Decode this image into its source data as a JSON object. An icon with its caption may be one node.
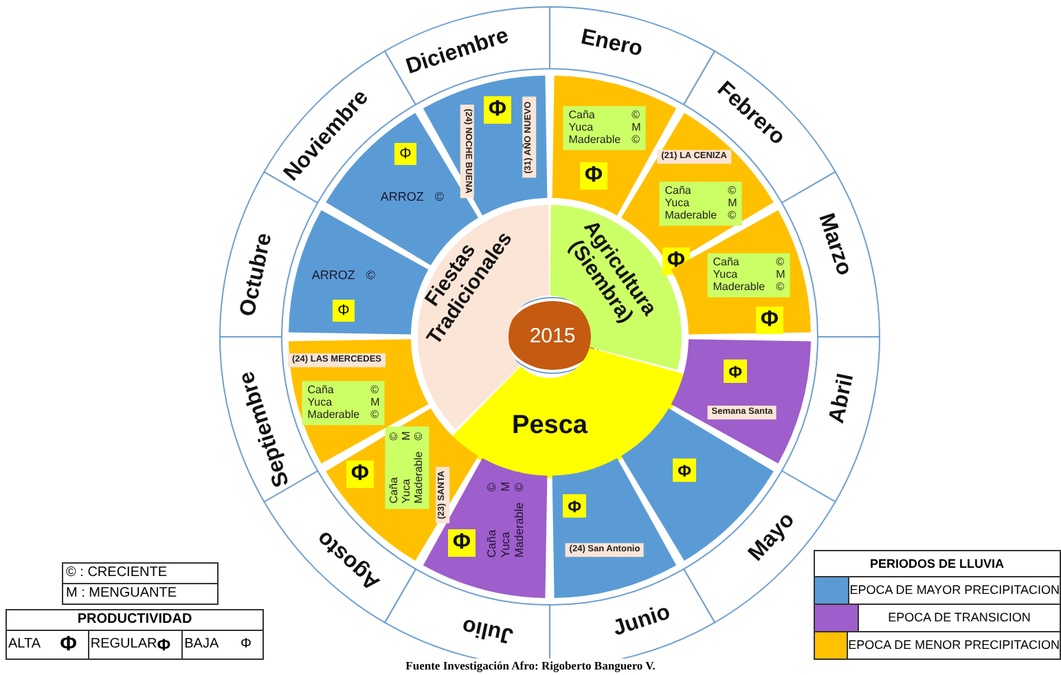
{
  "diagram": {
    "caption": "Fuente Investigación Afro: Rigoberto Banguero V.",
    "nodes": [
      {
        "text": [
          "2015"
        ]
      },
      {
        "text": [
          "Fiestas Tradicionales"
        ]
      },
      {
        "text": [
          "Agricultura (Siembra)"
        ]
      },
      {
        "text": [
          "Pesca"
        ]
      },
      {
        "text": [
          "Enero"
        ]
      },
      {
        "text": [
          "Febrero"
        ]
      },
      {
        "text": [
          "Marzo"
        ]
      },
      {
        "text": [
          "Abril"
        ]
      },
      {
        "text": [
          "Mayo"
        ]
      },
      {
        "text": [
          "Junio"
        ]
      },
      {
        "text": [
          "Julio"
        ]
      },
      {
        "text": [
          "Agosto"
        ]
      },
      {
        "text": [
          "Septiembre"
        ]
      },
      {
        "text": [
          "Octubre"
        ]
      },
      {
        "text": [
          "Noviembre"
        ]
      },
      {
        "text": [
          "Diciembre"
        ]
      },
      {
        "text": [],
        "shape": "sector"
      },
      {
        "text": [
          "Caña",
          "©",
          "Yuca",
          "M",
          "Maderable",
          "©"
        ],
        "in": 16
      },
      {
        "text": [
          "Φ"
        ],
        "in": 16
      },
      {
        "text": [],
        "shape": "sector"
      },
      {
        "text": [
          "Caña",
          "©",
          "Yuca",
          "M",
          "Maderable",
          "©"
        ],
        "in": 19
      },
      {
        "text": [
          "(21) LA CENIZA"
        ],
        "in": 19
      },
      {
        "text": [
          "Φ"
        ],
        "in": 19
      },
      {
        "text": [],
        "shape": "sector"
      },
      {
        "text": [
          "Caña",
          "©",
          "Yuca",
          "M",
          "Maderable",
          "©"
        ],
        "in": 23
      },
      {
        "text": [
          "Φ"
        ],
        "in": 23
      },
      {
        "text": [],
        "shape": "sector"
      },
      {
        "text": [
          "Φ"
        ],
        "in": 26
      },
      {
        "text": [
          "Semana Santa"
        ],
        "in": 26
      },
      {
        "text": [],
        "shape": "sector"
      },
      {
        "text": [
          "Φ"
        ],
        "in": 29
      },
      {
        "text": [],
        "shape": "sector"
      },
      {
        "text": [
          "Φ"
        ],
        "in": 31
      },
      {
        "text": [
          "(24) San Antonio"
        ],
        "in": 31
      },
      {
        "text": [
          "Caña",
          "©",
          "Yuca",
          "M",
          "Maderable",
          "©"
        ]
      },
      {
        "text": [
          "Φ"
        ],
        "in": 34
      },
      {
        "text": [],
        "shape": "sector"
      },
      {
        "text": [
          "Caña",
          "©",
          "Yuca",
          "M",
          "Maderable",
          "©"
        ],
        "in": 36
      },
      {
        "text": [
          "(23) SANTA"
        ],
        "in": 36
      },
      {
        "text": [
          "Φ"
        ],
        "in": 36
      },
      {
        "text": [],
        "shape": "sector"
      },
      {
        "text": [
          "(24) LAS MERCEDES"
        ],
        "in": 40
      },
      {
        "text": [
          "Caña",
          "©",
          "Yuca",
          "M",
          "Maderable",
          "©"
        ],
        "in": 40
      },
      {
        "text": [
          "ARROZ",
          "©"
        ]
      },
      {
        "text": [
          "Φ"
        ],
        "in": 43
      },
      {
        "text": [
          "ARROZ",
          "©"
        ]
      },
      {
        "text": [
          "Φ"
        ],
        "in": 45
      },
      {
        "text": [],
        "shape": "sector"
      },
      {
        "text": [
          "(24) NOCHE BUENA"
        ],
        "in": 47
      },
      {
        "text": [
          "(31) AÑO NUEVO"
        ],
        "in": 47
      },
      {
        "text": [
          "Φ"
        ],
        "in": 47
      }
    ],
    "labels": [
      "© : CRECIENTE",
      "M : MENGUANTE",
      "PRODUCTIVIDAD",
      "ALTA",
      "Φ",
      "REGULAR",
      "Φ",
      "BAJA",
      "Φ",
      "PERIODOS DE LLUVIA"
    ],
    "legend": [
      {
        "text": "EPOCA DE MAYOR PRECIPITACION",
        "color": "#5b9bd5"
      },
      {
        "text": "EPOCA DE TRANSICION",
        "color": "#9e5ecb"
      },
      {
        "text": "EPOCA DE MENOR PRECIPITACION",
        "color": "#ffc000"
      }
    ]
  }
}
